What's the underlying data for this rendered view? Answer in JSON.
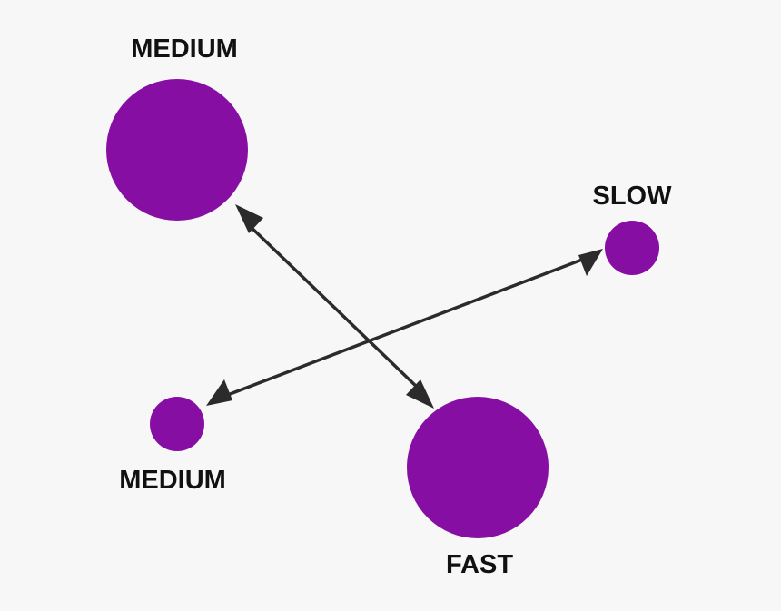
{
  "colors": {
    "background": "#f7f7f7",
    "node_fill": "#870ea3",
    "connector": "#2b2b2b",
    "label_text": "#111111"
  },
  "nodes": {
    "top_left": {
      "label": "MEDIUM"
    },
    "right": {
      "label": "SLOW"
    },
    "bottom_left": {
      "label": "MEDIUM"
    },
    "bottom_center": {
      "label": "FAST"
    }
  },
  "connections": [
    {
      "from": "top_left",
      "to": "bottom_center",
      "bidirectional": true
    },
    {
      "from": "bottom_left",
      "to": "right",
      "bidirectional": true
    }
  ]
}
